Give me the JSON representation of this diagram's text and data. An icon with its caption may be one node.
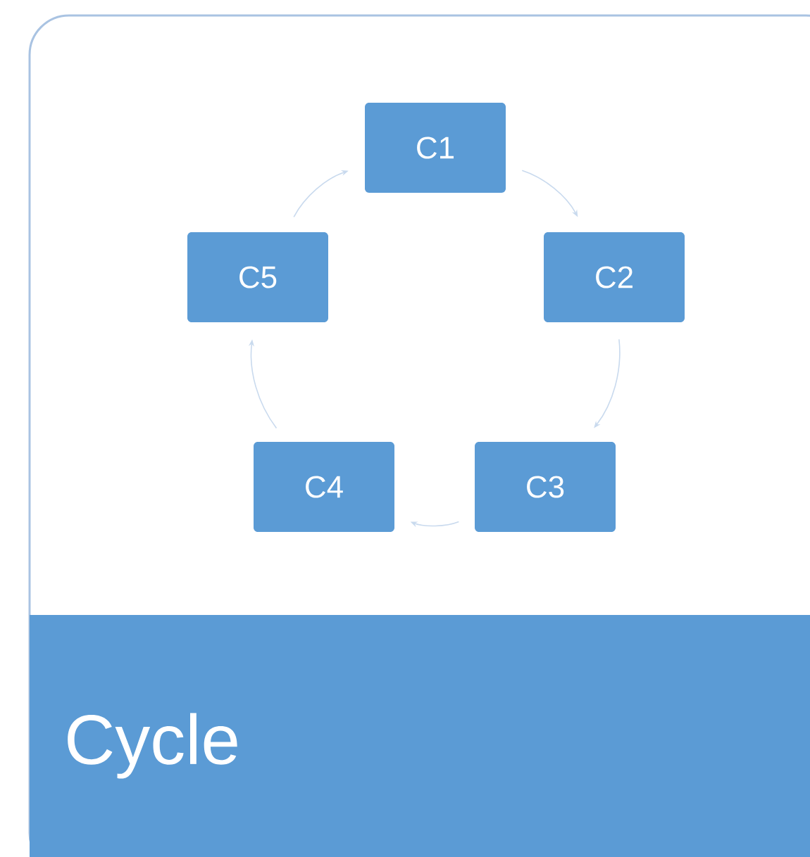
{
  "diagram": {
    "title": "Cycle",
    "nodes": [
      {
        "text": [
          "C1"
        ]
      },
      {
        "text": [
          "C2"
        ]
      },
      {
        "text": [
          "C3"
        ]
      },
      {
        "text": [
          "C4"
        ]
      },
      {
        "text": [
          "C5"
        ]
      }
    ],
    "edges": [
      {
        "from": 0,
        "to": 1,
        "arrow": "to"
      },
      {
        "from": 1,
        "to": 2,
        "arrow": "to"
      },
      {
        "from": 2,
        "to": 3,
        "arrow": "to"
      },
      {
        "from": 3,
        "to": 4,
        "arrow": "to"
      },
      {
        "from": 4,
        "to": 0,
        "arrow": "to"
      }
    ]
  }
}
